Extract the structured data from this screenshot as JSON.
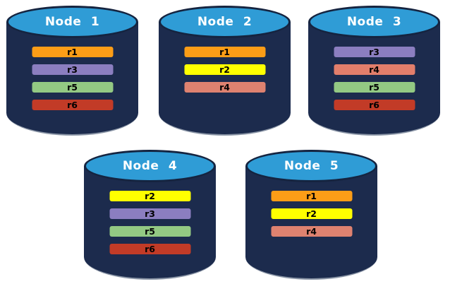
{
  "palette": {
    "background": "#ffffff",
    "cylinder_body": "#1C2B4D",
    "cylinder_top": "#2F9CD6",
    "cylinder_outline": "#152440",
    "bar_text": "#000000",
    "title_text": "#ffffff"
  },
  "nodes": [
    {
      "label": "Node 1",
      "replicas": [
        {
          "label": "r1",
          "color": "#FC9D17"
        },
        {
          "label": "r3",
          "color": "#8B7EC0"
        },
        {
          "label": "r5",
          "color": "#93C983"
        },
        {
          "label": "r6",
          "color": "#C23B27"
        }
      ]
    },
    {
      "label": "Node 2",
      "replicas": [
        {
          "label": "r1",
          "color": "#FC9D17"
        },
        {
          "label": "r2",
          "color": "#FFFF00"
        },
        {
          "label": "r4",
          "color": "#DE8270"
        }
      ]
    },
    {
      "label": "Node 3",
      "replicas": [
        {
          "label": "r3",
          "color": "#8B7EC0"
        },
        {
          "label": "r4",
          "color": "#E27E6B"
        },
        {
          "label": "r5",
          "color": "#93C983"
        },
        {
          "label": "r6",
          "color": "#C23B27"
        }
      ]
    },
    {
      "label": "Node 4",
      "replicas": [
        {
          "label": "r2",
          "color": "#FFFF00"
        },
        {
          "label": "r3",
          "color": "#8B7EC0"
        },
        {
          "label": "r5",
          "color": "#93C983"
        },
        {
          "label": "r6",
          "color": "#C23B27"
        }
      ]
    },
    {
      "label": "Node 5",
      "replicas": [
        {
          "label": "r1",
          "color": "#FC9D17"
        },
        {
          "label": "r2",
          "color": "#FFFF00"
        },
        {
          "label": "r4",
          "color": "#DE8270"
        }
      ]
    }
  ]
}
